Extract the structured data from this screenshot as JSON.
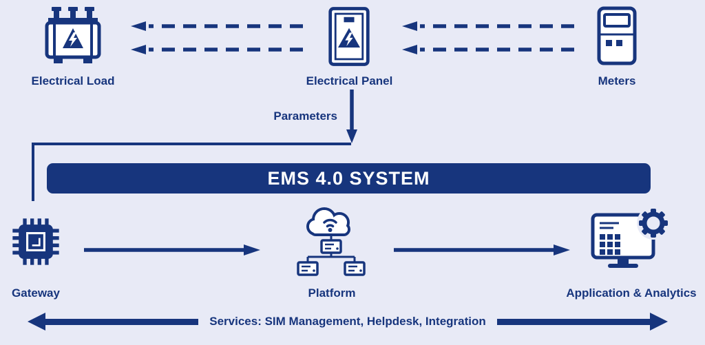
{
  "colors": {
    "navy": "#17357d",
    "bg": "#e8eaf6",
    "white": "#ffffff"
  },
  "top_row": {
    "nodes": [
      {
        "id": "electrical-load",
        "label": "Electrical Load",
        "icon": "transformer-icon"
      },
      {
        "id": "electrical-panel",
        "label": "Electrical Panel",
        "icon": "electrical-panel-icon"
      },
      {
        "id": "meters",
        "label": "Meters",
        "icon": "meter-icon"
      }
    ]
  },
  "flow": {
    "parameters_label": "Parameters"
  },
  "banner": {
    "title": "EMS 4.0 SYSTEM"
  },
  "bottom_row": {
    "nodes": [
      {
        "id": "gateway",
        "label": "Gateway",
        "icon": "chip-icon"
      },
      {
        "id": "platform",
        "label": "Platform",
        "icon": "cloud-servers-icon"
      },
      {
        "id": "application-analytics",
        "label": "Application & Analytics",
        "icon": "monitor-gear-icon"
      }
    ]
  },
  "services": {
    "label": "Services: SIM Management, Helpdesk, Integration"
  }
}
